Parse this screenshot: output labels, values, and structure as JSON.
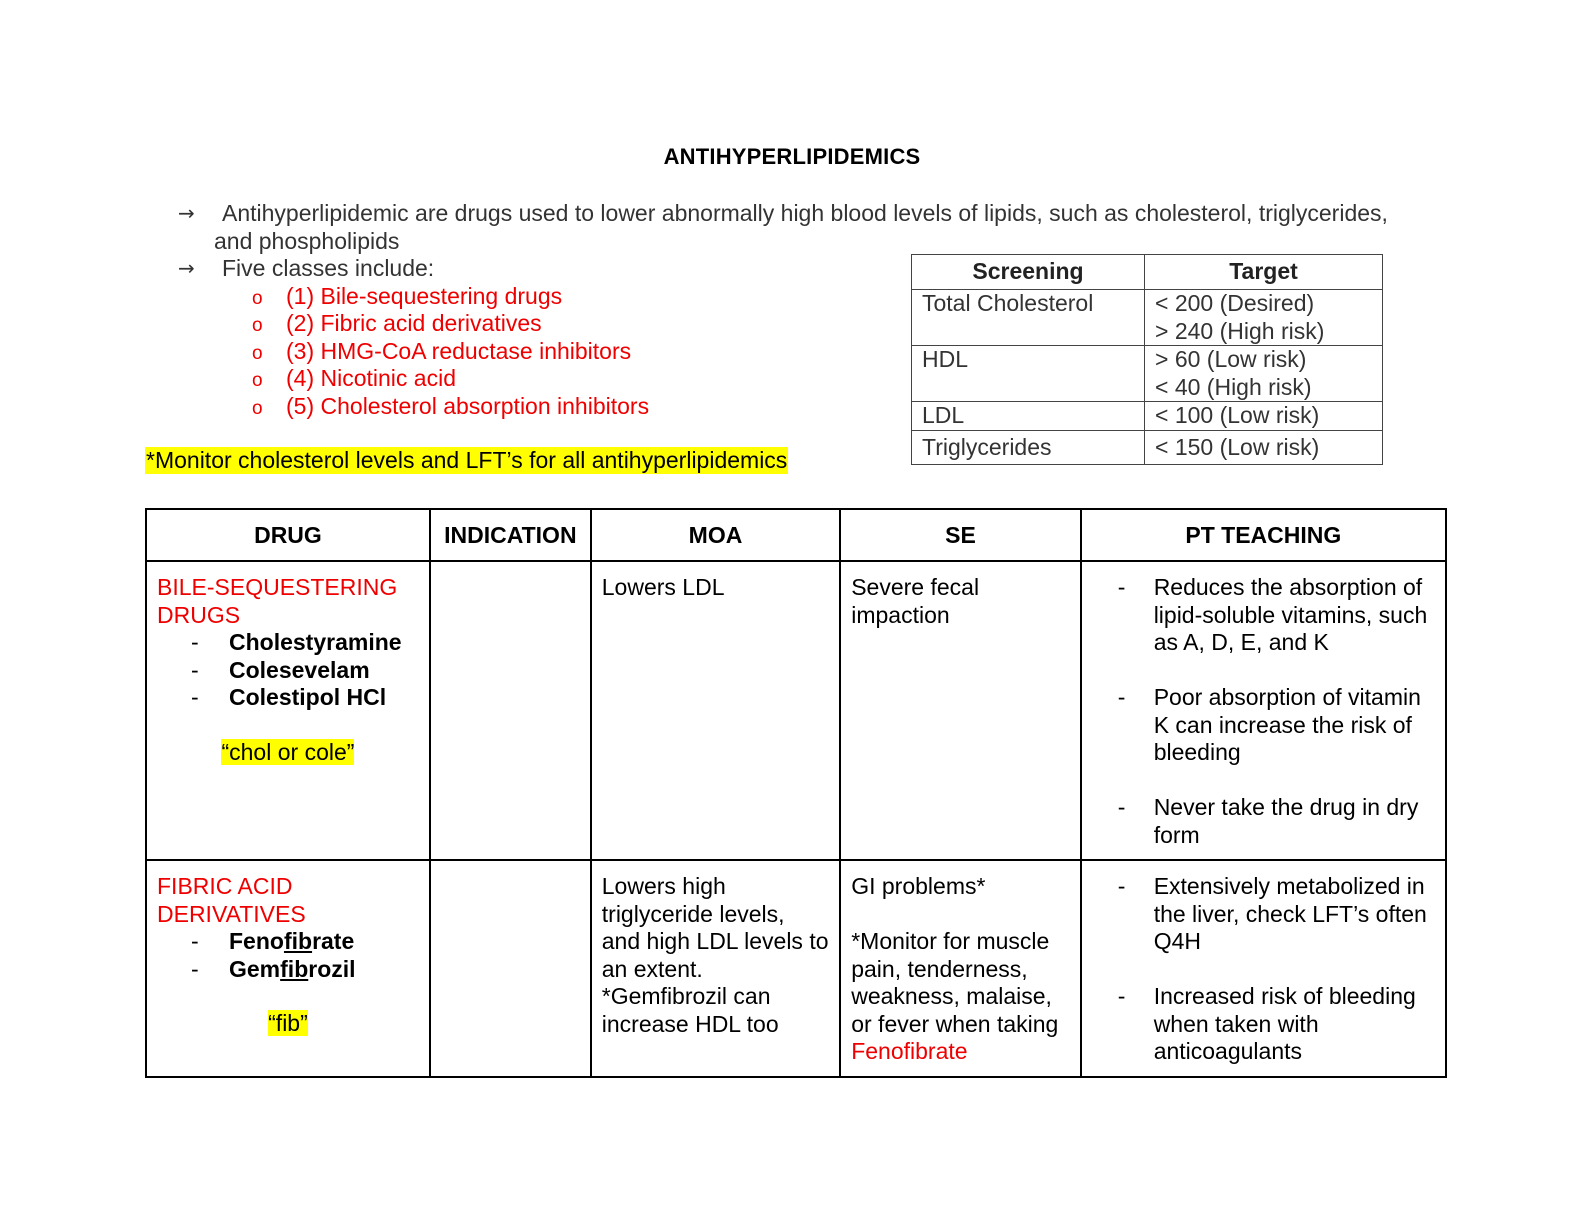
{
  "title": "ANTIHYPERLIPIDEMICS",
  "intro": {
    "arrow_symbol": "→",
    "definition": "Antihyperlipidemic are drugs used to lower abnormally high blood levels of lipids, such as cholesterol, triglycerides,",
    "definition_cont": "and phospholipids",
    "classes_heading": "Five classes include:",
    "bullet_symbol": "o",
    "classes": [
      "(1) Bile-sequestering drugs",
      "(2) Fibric acid derivatives",
      "(3) HMG-CoA reductase inhibitors",
      "(4) Nicotinic acid",
      "(5) Cholesterol absorption inhibitors"
    ],
    "monitor_note": "*Monitor cholesterol levels and LFT’s for all antihyperlipidemics"
  },
  "screening_table": {
    "headers": [
      "Screening",
      "Target"
    ],
    "rows": [
      {
        "screening": "Total Cholesterol",
        "target": [
          "< 200 (Desired)",
          "> 240 (High risk)"
        ]
      },
      {
        "screening": "HDL",
        "target": [
          "> 60 (Low risk)",
          "< 40 (High risk)"
        ]
      },
      {
        "screening": "LDL",
        "target": [
          "< 100 (Low risk)"
        ]
      },
      {
        "screening": "Triglycerides",
        "target": [
          "< 150 (Low risk)"
        ]
      }
    ]
  },
  "drug_table": {
    "headers": [
      "DRUG",
      "INDICATION",
      "MOA",
      "SE",
      "PT TEACHING"
    ],
    "dash": "-",
    "rows": [
      {
        "class_name": "BILE-SEQUESTERING DRUGS",
        "drugs": [
          "Cholestyramine",
          "Colesevelam",
          "Colestipol HCl"
        ],
        "mnemonic": "“chol or cole”",
        "indication": "",
        "moa": "Lowers LDL",
        "se": "Severe fecal impaction",
        "teaching": [
          "Reduces the absorption of lipid-soluble vitamins, such as A, D, E, and K",
          "Poor absorption of vitamin K can increase the risk of bleeding",
          "Never take the drug in dry form"
        ]
      },
      {
        "class_name": "FIBRIC ACID DERIVATIVES",
        "drugs": [
          {
            "pre": "Feno",
            "mid": "fib",
            "post": "rate"
          },
          {
            "pre": "Gem",
            "mid": "fib",
            "post": "rozil"
          }
        ],
        "mnemonic": "“fib”",
        "indication": "",
        "moa": "Lowers high triglyceride levels, and high LDL levels to an extent. *Gemfibrozil can increase HDL too",
        "se_1": "GI problems*",
        "se_2": "*Monitor for muscle pain, tenderness, weakness, malaise, or fever when taking",
        "se_3": "Fenofibrate",
        "teaching": [
          "Extensively metabolized in the liver, check LFT’s often Q4H",
          "Increased risk of bleeding when taken with anticoagulants"
        ]
      }
    ]
  }
}
